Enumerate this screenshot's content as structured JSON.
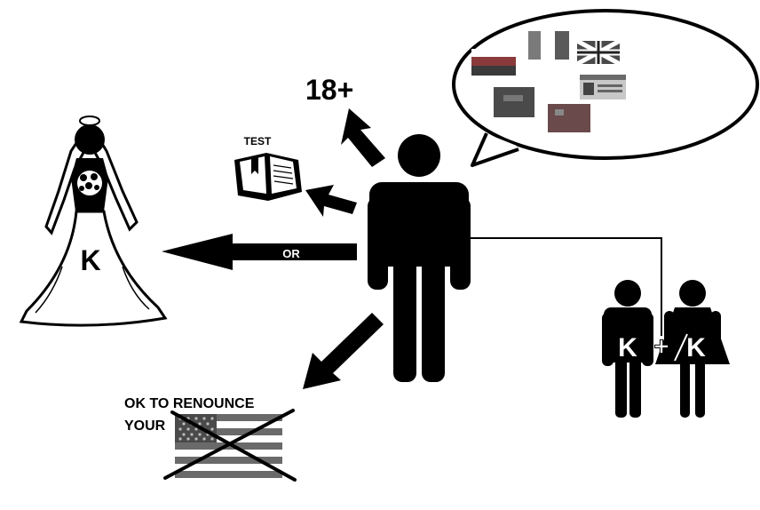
{
  "labels": {
    "age": "18+",
    "test": "TEST",
    "or": "OR",
    "bride_initial": "K",
    "couple_left": "K",
    "couple_plus": "+",
    "couple_right": "K",
    "renounce_line1": "OK TO RENOUNCE",
    "renounce_line2": "YOUR"
  },
  "icons": {
    "person": "standing-person-icon",
    "bride": "bride-icon",
    "book": "open-book-icon",
    "couple": "couple-icon",
    "flag": "us-flag-icon",
    "speech": "speech-bubble-icon"
  },
  "colors": {
    "ink": "#000000",
    "paper": "#ffffff",
    "passport_dark": "#5a5a5a",
    "passport_red": "#8a3a3a",
    "passport_teal": "#3e5e5e",
    "stripe_grey": "#6a6a6a"
  }
}
